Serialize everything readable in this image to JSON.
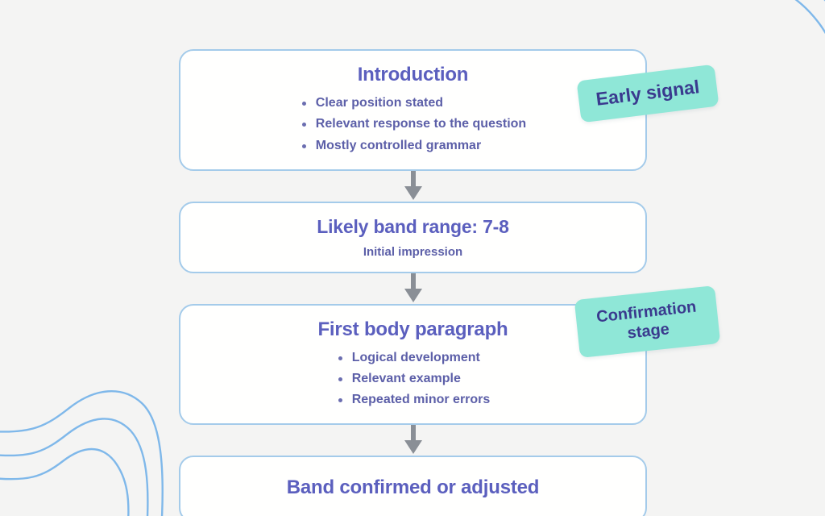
{
  "theme": {
    "page_background": "#f4f4f3",
    "node_border": "#a4cbea",
    "node_background": "#fffffe",
    "title_color": "#5b5fbe",
    "body_text_color": "#5c5fa8",
    "sticker_background": "#8fe7d7",
    "sticker_text_color": "#3a3a8e",
    "arrow_color": "#8a8f96",
    "decoration_color": "#7fb8ea"
  },
  "flow": {
    "nodes": [
      {
        "id": "introduction",
        "title": "Introduction",
        "bullets": [
          "Clear position stated",
          "Relevant response to the question",
          "Mostly controlled grammar"
        ]
      },
      {
        "id": "likely-band-range",
        "title": "Likely band range: 7-8",
        "subtitle": "Initial impression",
        "bullets": []
      },
      {
        "id": "first-body-paragraph",
        "title": "First body paragraph",
        "bullets": [
          "Logical development",
          "Relevant example",
          "Repeated minor errors"
        ]
      },
      {
        "id": "band-confirmed",
        "title": "Band confirmed or adjusted",
        "bullets": []
      }
    ]
  },
  "stickers": [
    {
      "id": "early-signal",
      "lines": [
        "Early signal"
      ]
    },
    {
      "id": "confirmation-stage",
      "lines": [
        "Confirmation",
        "stage"
      ]
    }
  ]
}
